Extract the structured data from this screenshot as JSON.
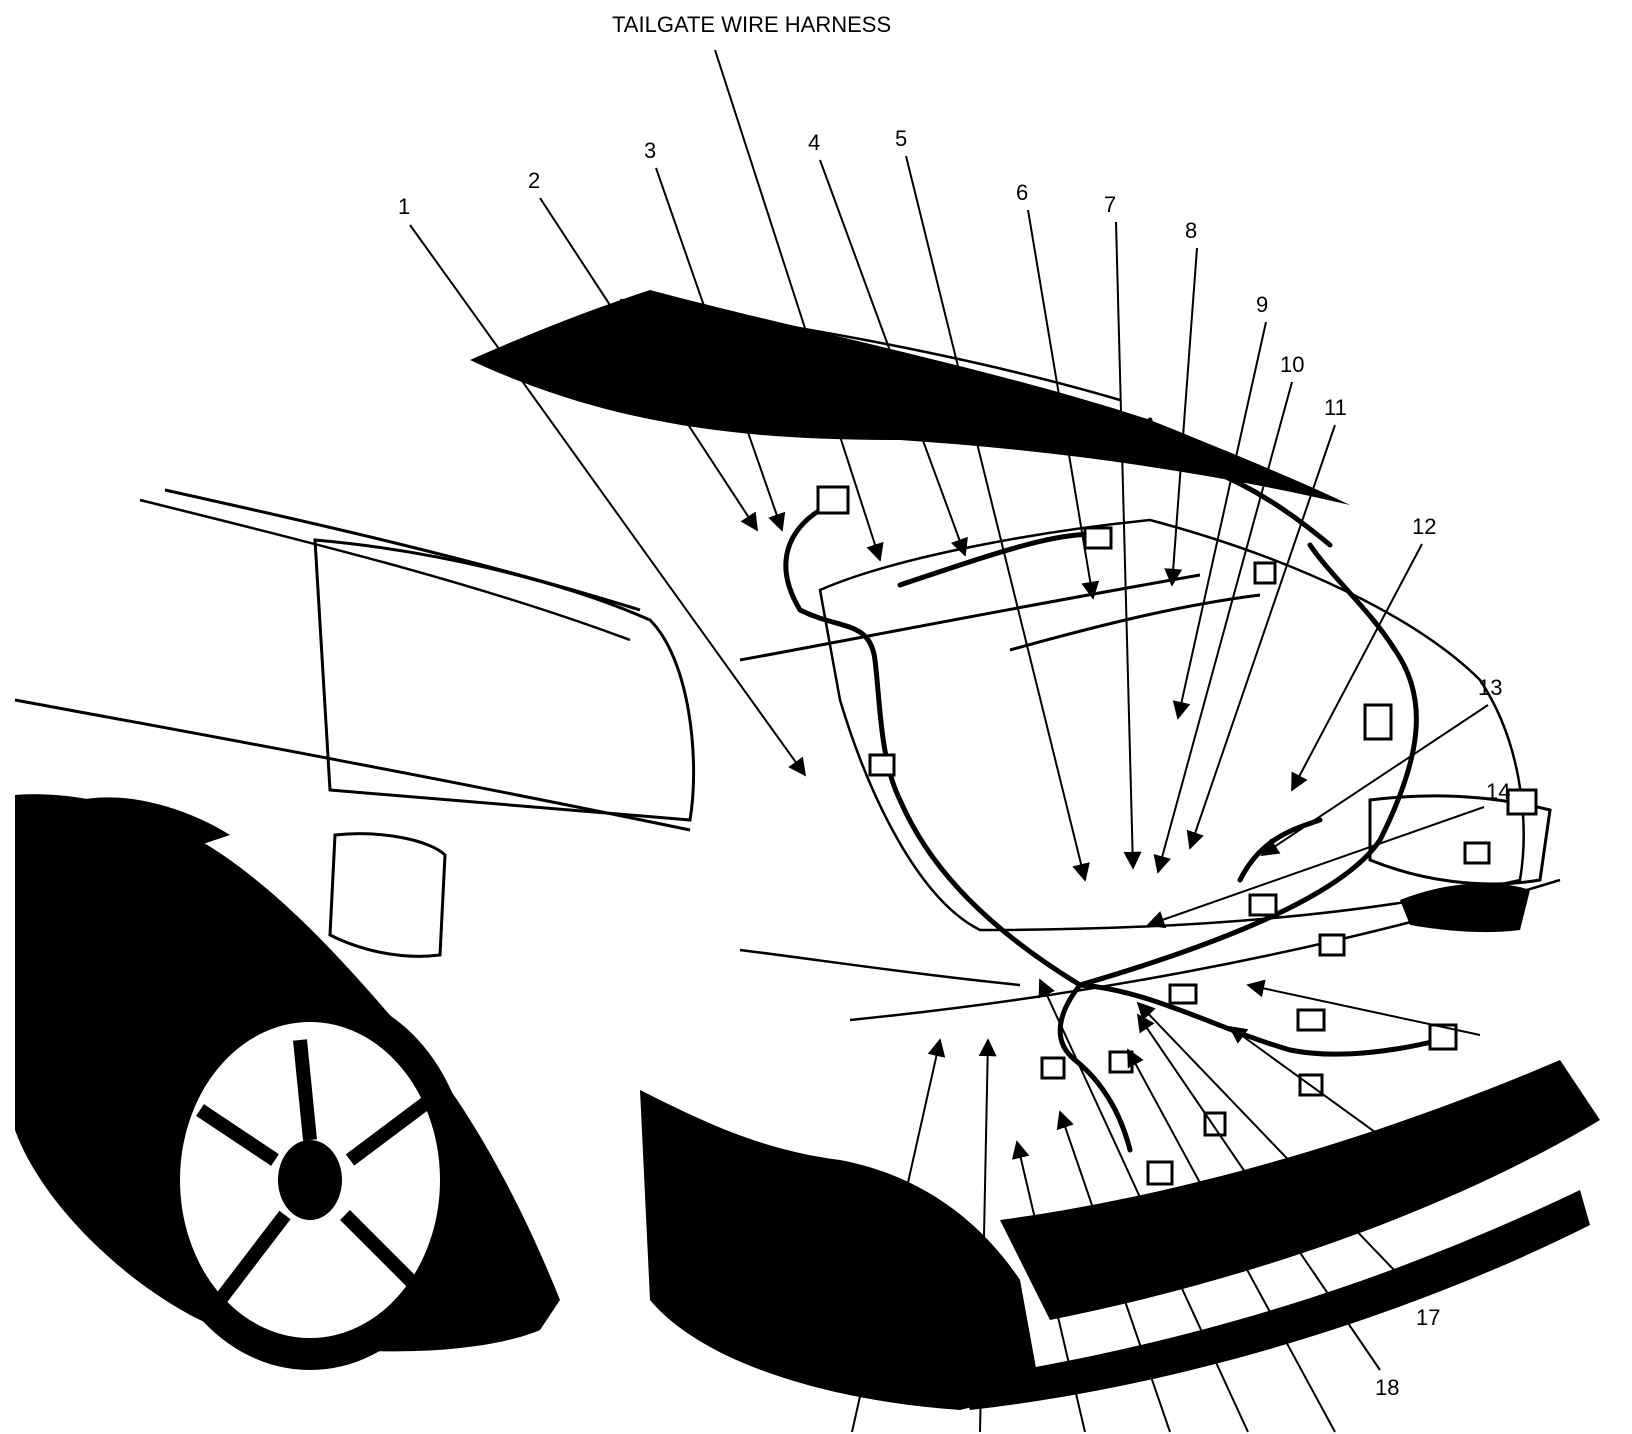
{
  "title": "TAILGATE WIRE HARNESS",
  "callouts": [
    "1",
    "2",
    "3",
    "4",
    "5",
    "6",
    "7",
    "8",
    "9",
    "10",
    "11",
    "12",
    "13",
    "14",
    "17",
    "18"
  ]
}
